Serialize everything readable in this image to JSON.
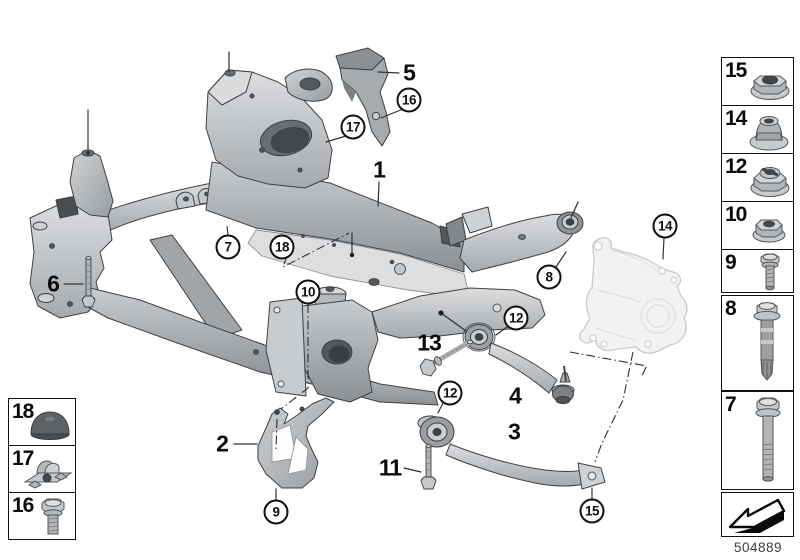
{
  "drawing_number": "504889",
  "colors": {
    "background": "#ffffff",
    "metal_base": "#b6b9bc",
    "metal_light": "#d8dadc",
    "metal_dark": "#8f9296",
    "outline": "#3e4144",
    "ghost_part": "#f1f2f3",
    "callout_border": "#111111"
  },
  "balloon_callouts": [
    "16",
    "17",
    "7",
    "18",
    "10",
    "8",
    "14",
    "12",
    "12",
    "9",
    "15"
  ],
  "part_labels": [
    "5",
    "1",
    "6",
    "2",
    "13",
    "11",
    "4",
    "3"
  ],
  "right_column": [
    {
      "label": "15",
      "icon": "flange-nut-icon"
    },
    {
      "label": "14",
      "icon": "collar-nut-icon"
    },
    {
      "label": "12",
      "icon": "lock-nut-icon"
    },
    {
      "label": "10",
      "icon": "hex-flange-nut-icon"
    },
    {
      "label": "9",
      "icon": "short-bolt-icon"
    },
    {
      "label": "8",
      "icon": "ribbed-screw-icon"
    },
    {
      "label": "7",
      "icon": "long-bolt-icon"
    }
  ],
  "left_column": [
    {
      "label": "18",
      "icon": "rubber-cap-icon"
    },
    {
      "label": "17",
      "icon": "clip-nut-icon"
    },
    {
      "label": "16",
      "icon": "hex-bolt-icon"
    }
  ],
  "direction_arrow_icon": "direction-of-travel-arrow-icon"
}
